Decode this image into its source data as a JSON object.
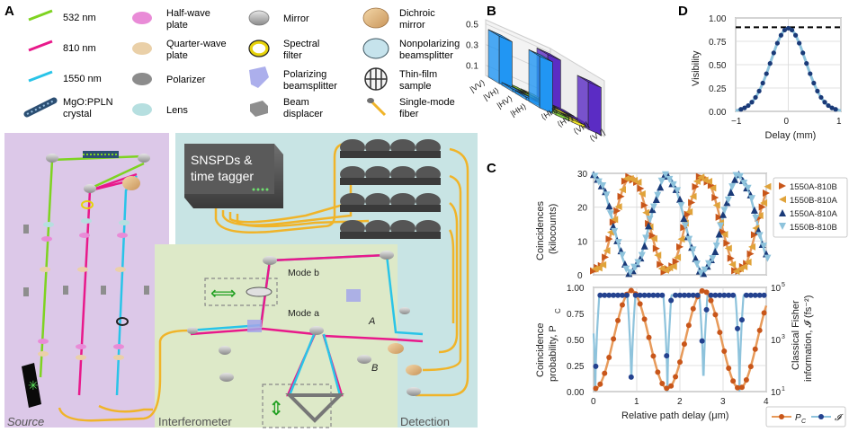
{
  "panel_labels": {
    "a": "A",
    "b": "B",
    "c": "C",
    "d": "D"
  },
  "legend_a": {
    "laser532": "532 nm",
    "laser810": "810 nm",
    "laser1550": "1550 nm",
    "crystal_l1": "MgO:PPLN",
    "crystal_l2": "crystal",
    "halfwave_l1": "Half-wave",
    "halfwave_l2": "plate",
    "quarterwave_l1": "Quarter-wave",
    "quarterwave_l2": "plate",
    "polarizer": "Polarizer",
    "lens": "Lens",
    "mirror": "Mirror",
    "spectral_l1": "Spectral",
    "spectral_l2": "filter",
    "pbs_l1": "Polarizing",
    "pbs_l2": "beamsplitter",
    "beamdisp_l1": "Beam",
    "beamdisp_l2": "displacer",
    "dichroic_l1": "Dichroic",
    "dichroic_l2": "mirror",
    "npbs_l1": "Nonpolarizing",
    "npbs_l2": "beamsplitter",
    "thinfilm_l1": "Thin-film",
    "thinfilm_l2": "sample",
    "smf_l1": "Single-mode",
    "smf_l2": "fiber"
  },
  "setup_labels": {
    "snspd_l1": "SNSPDs &",
    "snspd_l2": "time tagger",
    "mode_b": "Mode b",
    "mode_a": "Mode a",
    "port_a": "A",
    "port_b": "B",
    "source": "Source",
    "interferometer": "Interferometer",
    "detection": "Detection"
  },
  "colors": {
    "green532": "#7ed321",
    "pink810": "#e8198b",
    "cyan1550": "#29c4e8",
    "fiber": "#f0b429",
    "source_bg": "#dcc8e8",
    "interf_bg": "#dde9c8",
    "detect_bg": "#c8e4e4",
    "hh": "#2196f3",
    "hv": "#7ecb3a",
    "vh": "#f2e52a",
    "vv": "#5b2cc4",
    "orange": "#c8561a",
    "navy": "#1a3a78",
    "lightblue": "#8ec3dc",
    "darkblue": "#24428f"
  },
  "chart_data": [
    {
      "id": "B",
      "type": "bar3d",
      "z_ticks": [
        "0.1",
        "0.3",
        "0.5"
      ],
      "row_labels": [
        "|HH⟩",
        "|HV⟩",
        "|VH⟩",
        "|VV⟩"
      ],
      "col_labels": [
        "⟨HH|",
        "⟨HV|",
        "⟨VH|",
        "⟨VV|"
      ],
      "values": [
        [
          0.5,
          0.02,
          0.01,
          0.46
        ],
        [
          0.02,
          0.01,
          0.01,
          0.02
        ],
        [
          0.01,
          0.01,
          0.01,
          0.01
        ],
        [
          0.46,
          0.02,
          0.01,
          0.49
        ]
      ]
    },
    {
      "id": "C-top",
      "type": "scatter",
      "ylabel_l1": "Coincidences",
      "ylabel_l2": "(kilocounts)",
      "xlim": [
        0,
        4
      ],
      "ylim": [
        0,
        30
      ],
      "y_ticks": [
        "0",
        "10",
        "20",
        "30"
      ],
      "series": [
        {
          "name": "1550A-810B",
          "marker": "tri-right",
          "color": "#c8561a",
          "phase": 1
        },
        {
          "name": "1550B-810A",
          "marker": "tri-left",
          "color": "#e0a33a",
          "phase": 1
        },
        {
          "name": "1550A-810A",
          "marker": "tri-up",
          "color": "#1a3a78",
          "phase": 0
        },
        {
          "name": "1550B-810B",
          "marker": "tri-down",
          "color": "#8ec3dc",
          "phase": 0
        }
      ],
      "period_um": 1.67,
      "amplitude": 14,
      "offset": 15
    },
    {
      "id": "C-bottom",
      "type": "line",
      "xlabel": "Relative path delay (μm)",
      "ylabel_l1": "Coincidence",
      "ylabel_l2": "probability, P",
      "ylabel_sub": "C",
      "y2label_l1": "Classical Fisher",
      "y2label_l2": "information, 𝓘 (fs⁻²)",
      "xlim": [
        0,
        4
      ],
      "x_ticks": [
        "0",
        "1",
        "2",
        "3",
        "4"
      ],
      "ylim": [
        0,
        1
      ],
      "y_ticks": [
        "0.00",
        "0.25",
        "0.50",
        "0.75",
        "1.00"
      ],
      "y2_ticks": [
        "10",
        "10",
        "10"
      ],
      "y2_exp": [
        "1",
        "3",
        "5"
      ],
      "series": [
        {
          "name": "P",
          "sub": "C",
          "color": "#c8561a"
        },
        {
          "name": "𝓘",
          "color": "#24428f"
        }
      ]
    },
    {
      "id": "D",
      "type": "line",
      "xlabel": "Delay (mm)",
      "ylabel": "Visibility",
      "xlim": [
        -1,
        1
      ],
      "x_ticks": [
        "−1",
        "0",
        "1"
      ],
      "ylim": [
        0,
        1
      ],
      "y_ticks": [
        "0.00",
        "0.25",
        "0.50",
        "0.75",
        "1.00"
      ],
      "reference": 0.9,
      "peak": 0.89,
      "width_mm": 0.33
    }
  ]
}
